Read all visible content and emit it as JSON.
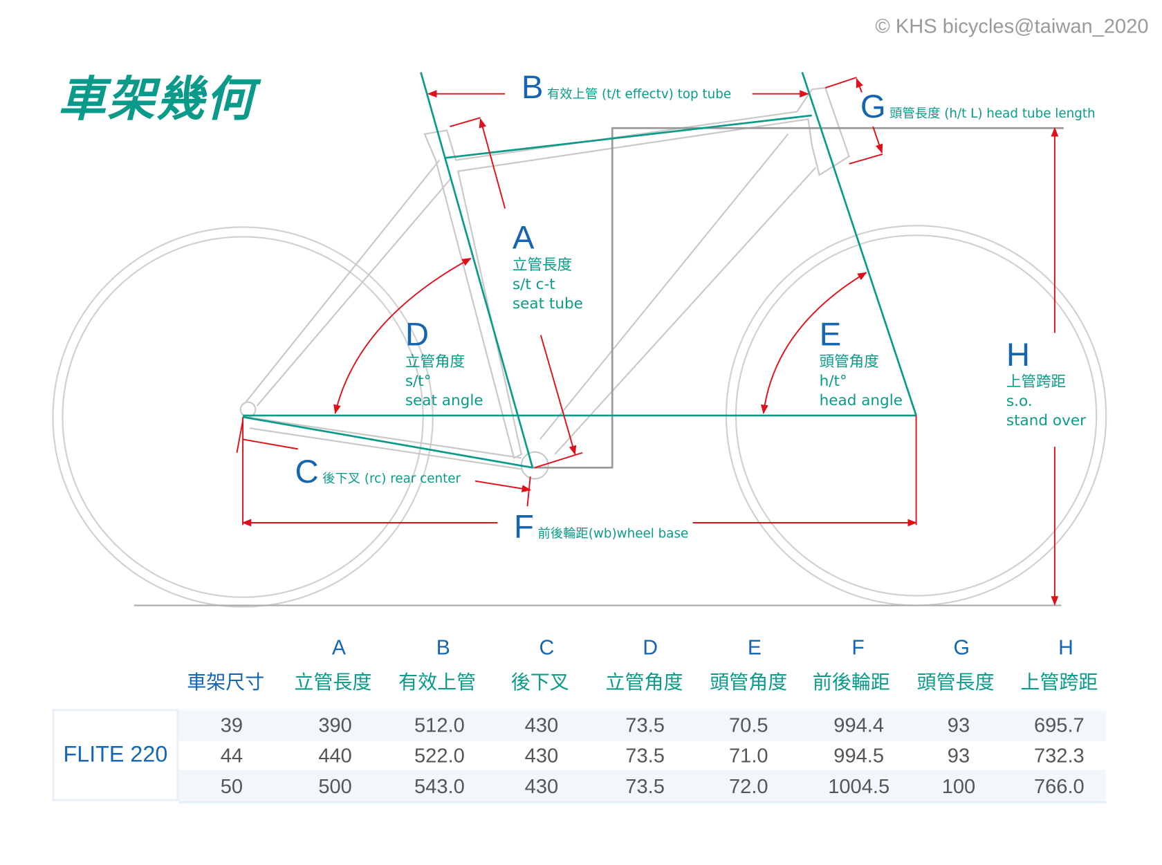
{
  "copyright": "© KHS bicycles@taiwan_2020",
  "title": "車架幾何",
  "labels": {
    "A": {
      "letter": "A",
      "lines": [
        "立管長度",
        "s/t c-t",
        "seat tube"
      ]
    },
    "B": {
      "letter": "B",
      "text": "有效上管 (t/t effectv) top tube"
    },
    "C": {
      "letter": "C",
      "text": "後下叉 (rc) rear  center"
    },
    "D": {
      "letter": "D",
      "lines": [
        "立管角度",
        "s/t°",
        "seat angle"
      ]
    },
    "E": {
      "letter": "E",
      "lines": [
        "頭管角度",
        "h/t°",
        "head angle"
      ]
    },
    "F": {
      "letter": "F",
      "text": "前後輪距(wb)wheel base"
    },
    "G": {
      "letter": "G",
      "text": "頭管長度 (h/t L) head tube length"
    },
    "H": {
      "letter": "H",
      "lines": [
        "上管跨距",
        "s.o.",
        "stand over"
      ]
    }
  },
  "colors": {
    "teal": "#0a9a8a",
    "blue": "#1565b0",
    "red": "#e0101a",
    "frame_gray": "#c8c8c8"
  },
  "table": {
    "letters": [
      "A",
      "B",
      "C",
      "D",
      "E",
      "F",
      "G",
      "H"
    ],
    "headers": [
      "車架尺寸",
      "立管長度",
      "有效上管",
      "後下叉",
      "立管角度",
      "頭管角度",
      "前後輪距",
      "頭管長度",
      "上管跨距"
    ],
    "model": "FLITE  220",
    "rows": [
      [
        "39",
        "390",
        "512.0",
        "430",
        "73.5",
        "70.5",
        "994.4",
        "93",
        "695.7"
      ],
      [
        "44",
        "440",
        "522.0",
        "430",
        "73.5",
        "71.0",
        "994.5",
        "93",
        "732.3"
      ],
      [
        "50",
        "500",
        "543.0",
        "430",
        "73.5",
        "72.0",
        "1004.5",
        "100",
        "766.0"
      ]
    ]
  }
}
